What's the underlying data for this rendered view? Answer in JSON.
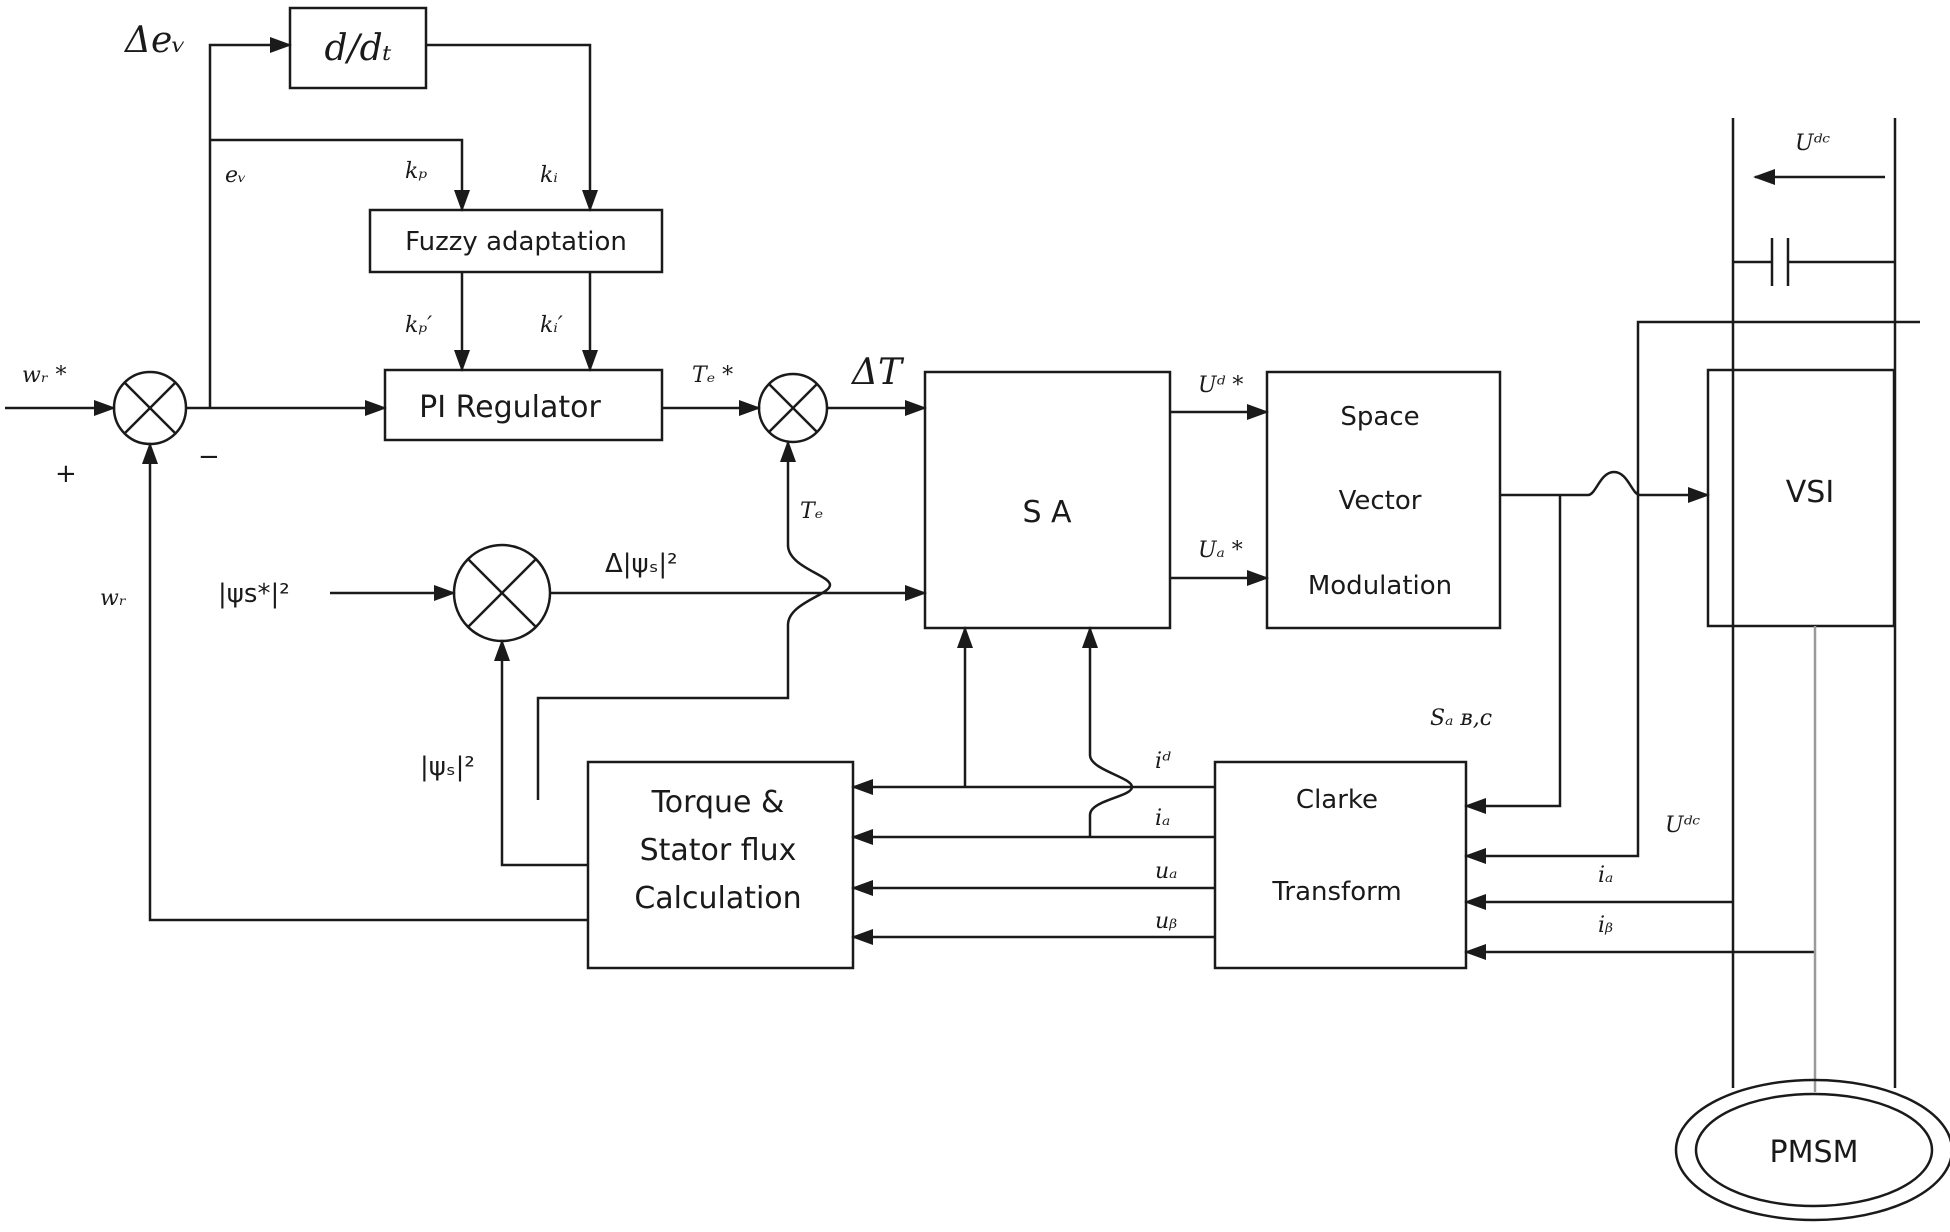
{
  "blocks": {
    "derivative": "d/dₜ",
    "fuzzy_adaptation": "Fuzzy adaptation",
    "pi_regulator": "PI Regulator",
    "sa": "S A",
    "svm_line1": "Space",
    "svm_line2": "Vector",
    "svm_line3": "Modulation",
    "vsi": "VSI",
    "torque_line1": "Torque &",
    "torque_line2": "Stator flux",
    "torque_line3": "Calculation",
    "clarke_line1": "Clarke",
    "clarke_line2": "Transform",
    "pmsm": "PMSM"
  },
  "signals": {
    "delta_ew": "Δeᵥ",
    "ew": "eᵥ",
    "kp": "kₚ",
    "ki": "kᵢ",
    "kp_prime": "kₚ′",
    "ki_prime": "kᵢ′",
    "wr_ref": "wᵣ *",
    "plus": "+",
    "minus": "−",
    "wr": "wᵣ",
    "te_ref": "Tₑ *",
    "delta_t": "ΔT",
    "te": "Tₑ",
    "psi_ref": "|ψs*|²",
    "delta_psi": "Δ|ψₛ|²",
    "psi_s": "|ψₛ|²",
    "ud_ref": "Uᵈ *",
    "uq_ref": "Uₐ *",
    "udc_top": "Uᵈᶜ",
    "udc_right": "Uᵈᶜ",
    "sabc": "Sₐ ʙ,ᴄ",
    "id": "iᵈ",
    "iq": "iₐ",
    "ua": "uₐ",
    "ub": "uᵦ",
    "ia": "iₐ",
    "ib": "iᵦ"
  },
  "colors": {
    "line": "#1a1a1a",
    "motor_feed": "#9a9a9a",
    "background": "#ffffff"
  }
}
